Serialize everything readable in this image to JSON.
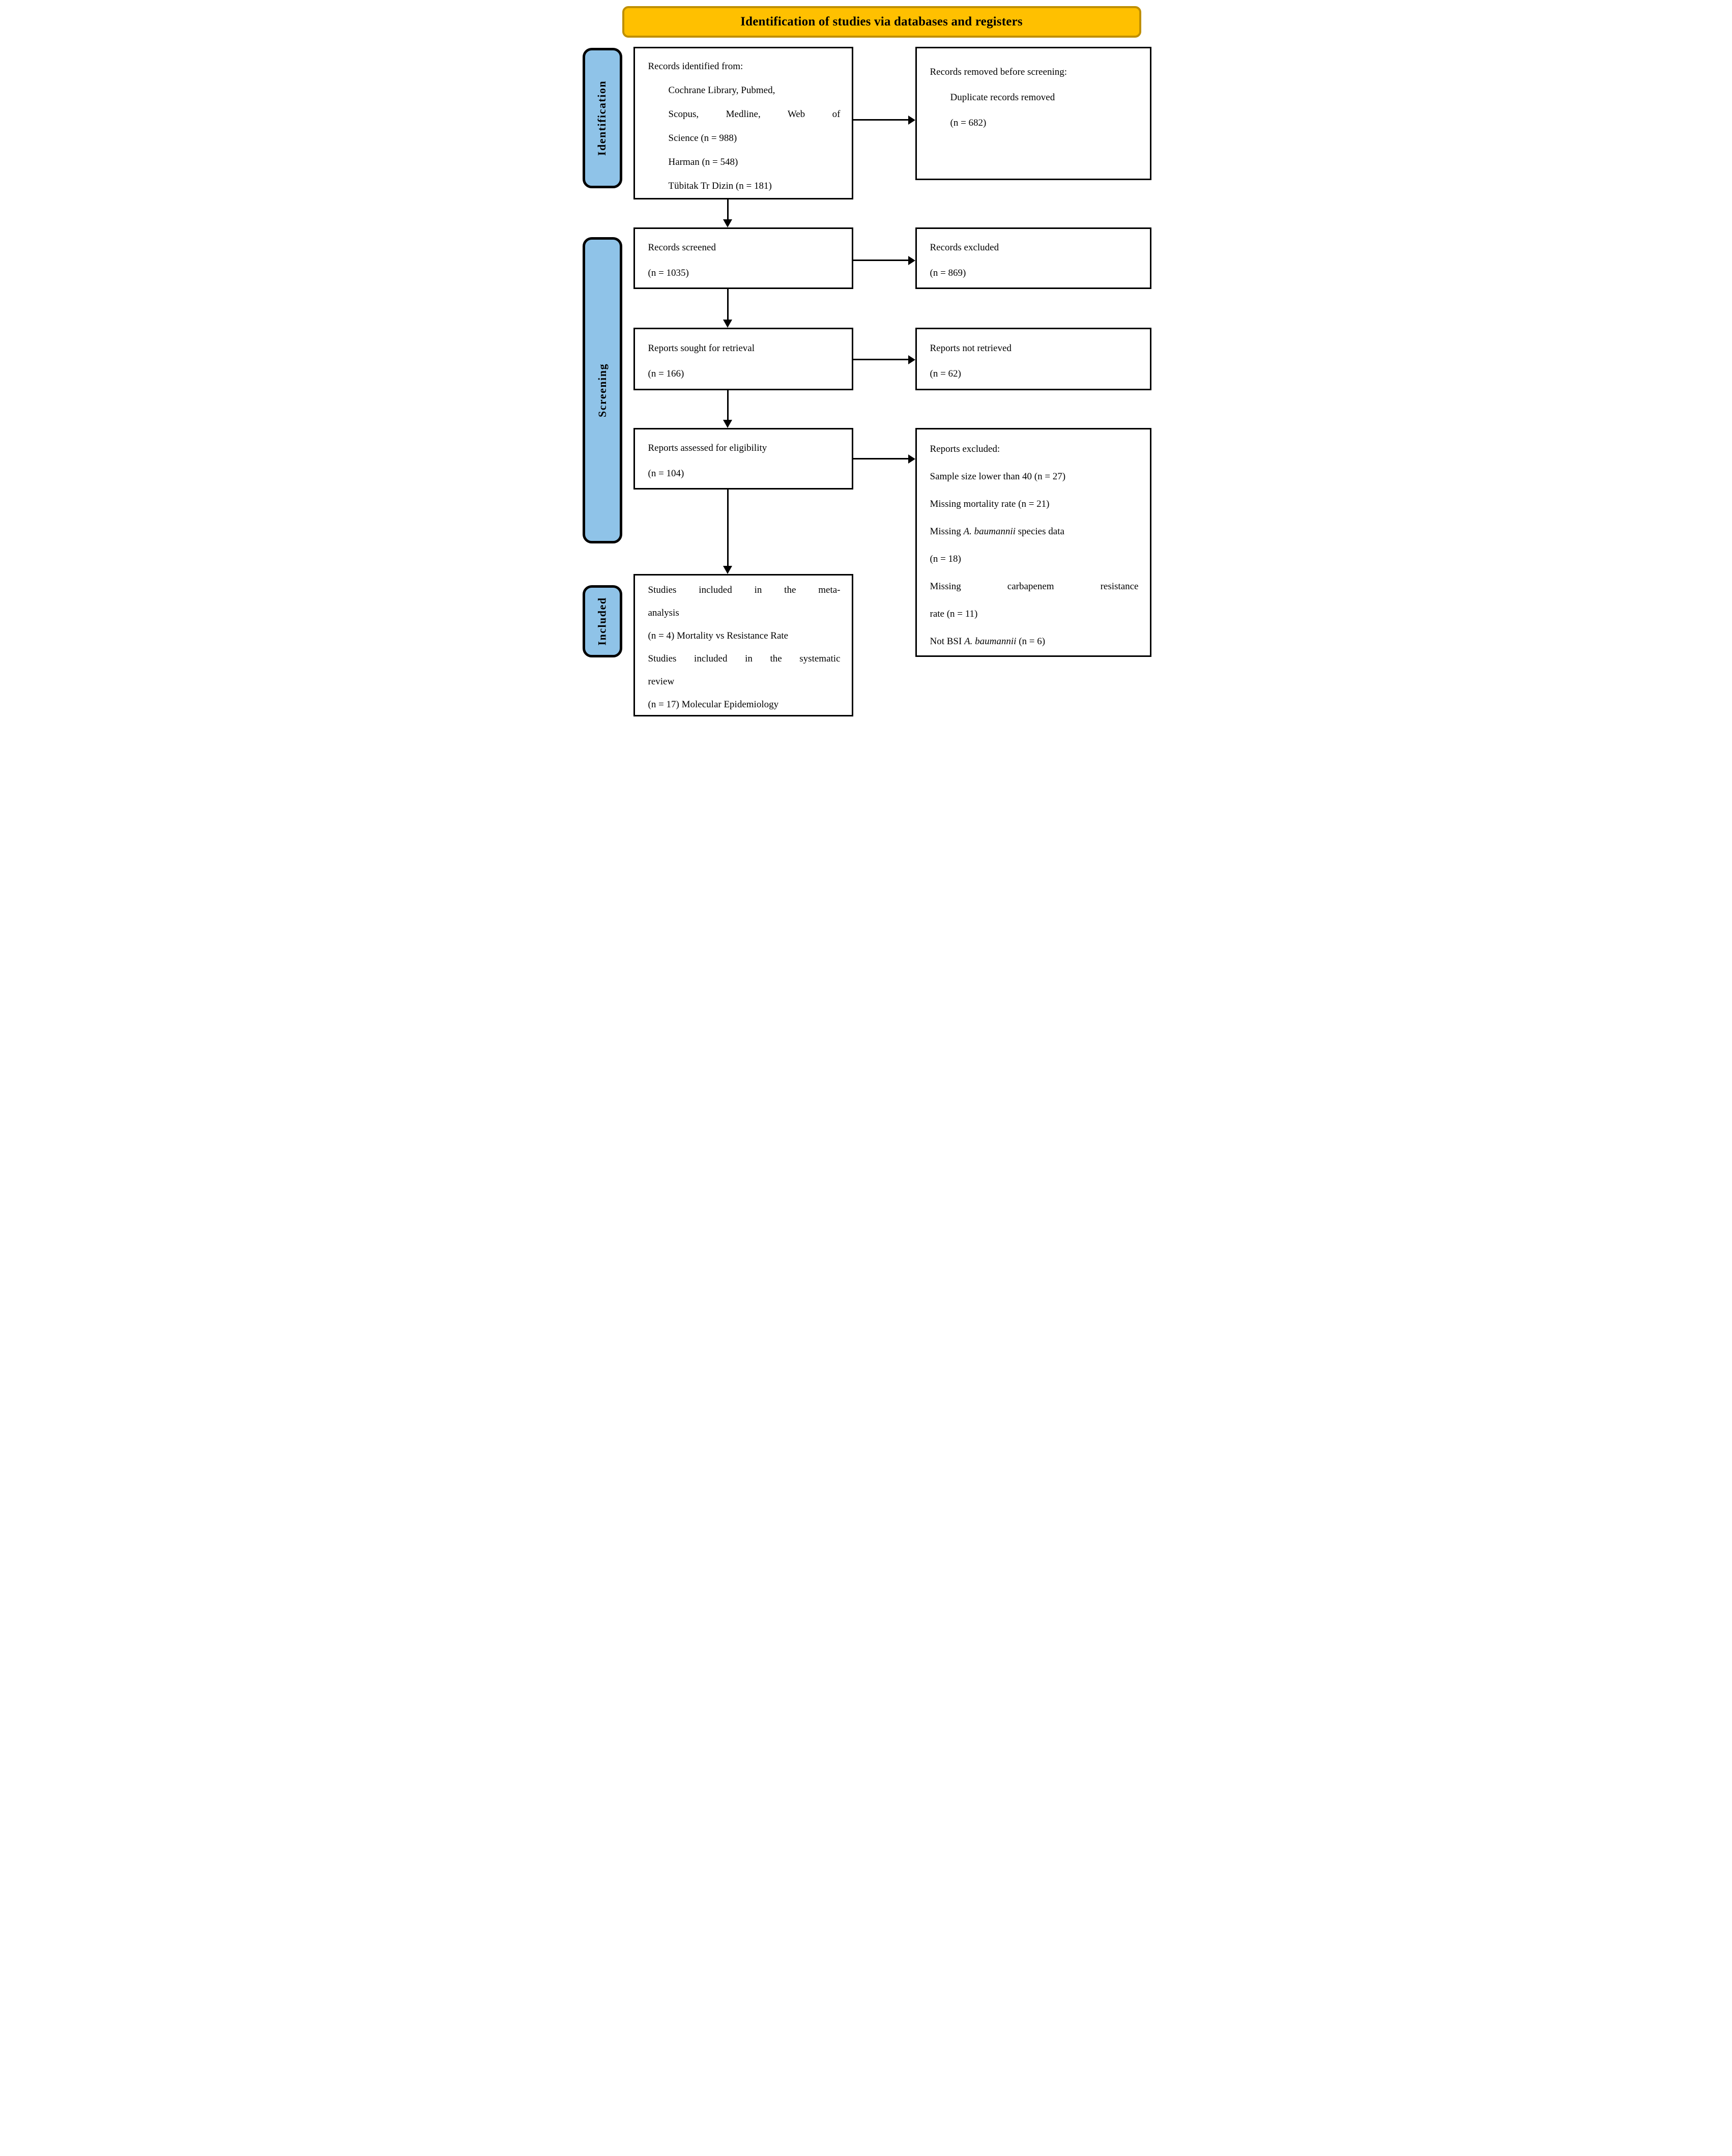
{
  "banner": {
    "title": "Identification of studies via databases and registers"
  },
  "stages": {
    "identification": "Identification",
    "screening": "Screening",
    "included": "Included"
  },
  "boxes": {
    "records_identified": {
      "line1": "Records identified from:",
      "line2": "Cochrane Library, Pubmed,",
      "line3": "Scopus, Medline, Web of",
      "line4": "Science (n = 988)",
      "line5": "Harman (n = 548)",
      "line6": "Tübitak Tr Dizin (n = 181)"
    },
    "records_removed": {
      "line1": "Records removed before screening:",
      "line2": "Duplicate records removed",
      "line3": "(n = 682)"
    },
    "records_screened": {
      "line1": "Records screened",
      "line2": "(n = 1035)"
    },
    "records_excluded": {
      "line1": "Records excluded",
      "line2": "(n = 869)"
    },
    "reports_sought": {
      "line1": "Reports sought for retrieval",
      "line2": "(n = 166)"
    },
    "reports_not_retrieved": {
      "line1": "Reports not retrieved",
      "line2": "(n = 62)"
    },
    "reports_assessed": {
      "line1": "Reports assessed for eligibility",
      "line2": "(n = 104)"
    },
    "reports_excluded": {
      "line1": "Reports excluded:",
      "line2": "Sample size lower than 40 (n = 27)",
      "line3": "Missing mortality rate (n = 21)",
      "line4_pre": "Missing ",
      "line4_italic": "A. baumannii",
      "line4_post": " species data",
      "line5": "(n = 18)",
      "line6": "Missing carbapenem resistance",
      "line7": "rate (n = 11)",
      "line8_pre": "Not BSI ",
      "line8_italic": "A. baumannii",
      "line8_post": " (n = 6)"
    },
    "studies_included": {
      "line1": "Studies included in the meta-",
      "line2": "analysis",
      "line3": "(n = 4) Mortality vs Resistance Rate",
      "line4": "Studies included in the systematic",
      "line5": "review",
      "line6": "(n = 17) Molecular Epidemiology"
    }
  },
  "colors": {
    "banner_fill": "#FFC000",
    "banner_border": "#BF8F00",
    "stage_fill": "#8FC3E8",
    "stage_border": "#000000",
    "box_border": "#000000",
    "text": "#000000"
  }
}
